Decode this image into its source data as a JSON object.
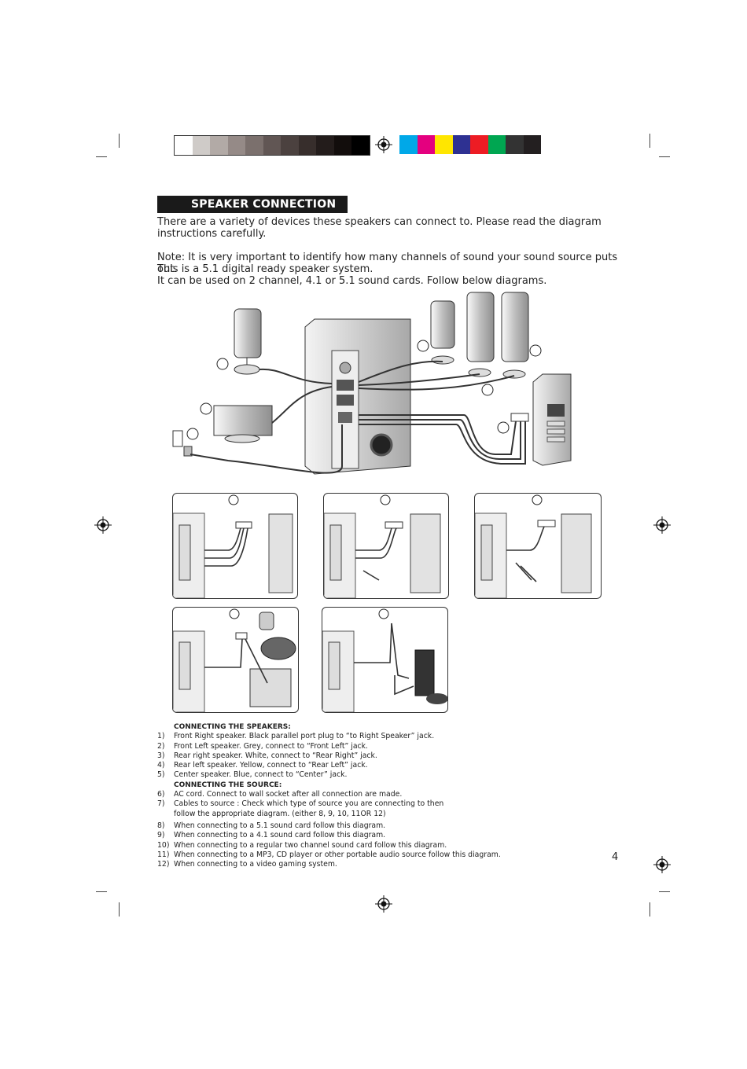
{
  "heading": "SPEAKER CONNECTION",
  "intro": {
    "line1": "There are a variety of devices these speakers can connect to. Please read the diagram",
    "line2": "instructions carefully.",
    "note1": "Note: It is very important to identify how many channels of sound your sound source puts out.",
    "note2": "This is a 5.1 digital ready speaker system.",
    "note3": "It can be used on 2 channel, 4.1 or 5.1 sound cards. Follow below diagrams."
  },
  "colors": {
    "grayscale": [
      "#ffffff",
      "#cfcbc8",
      "#b2aaa6",
      "#958a87",
      "#7b706d",
      "#615654",
      "#4b413f",
      "#372e2c",
      "#231c1b",
      "#120d0c",
      "#000000"
    ],
    "process": [
      "#00a8e8",
      "#e4007f",
      "#ffe600",
      "#2e3192",
      "#ed1c24",
      "#00a651",
      "#333333",
      "#231f20"
    ]
  },
  "instructions": {
    "speakers_heading": "CONNECTING THE SPEAKERS:",
    "source_heading": "CONNECTING THE SOURCE:",
    "speakers": [
      {
        "num": "1)",
        "text": "Front Right speaker. Black parallel port plug to “to Right Speaker” jack."
      },
      {
        "num": "2)",
        "text": "Front Left speaker. Grey, connect to “Front Left” jack."
      },
      {
        "num": "3)",
        "text": "Rear right speaker. White, connect to “Rear Right” jack."
      },
      {
        "num": "4)",
        "text": "Rear left speaker. Yellow, connect to “Rear Left” jack."
      },
      {
        "num": "5)",
        "text": "Center speaker. Blue, connect to “Center” jack."
      }
    ],
    "source": [
      {
        "num": "6)",
        "text": "AC cord. Connect to wall socket after all connection are made."
      },
      {
        "num": "7)",
        "text": "Cables to source : Check which type of source you are connecting to then"
      },
      {
        "num": "",
        "text": "follow the appropriate diagram. (either 8, 9, 10, 11OR 12)"
      }
    ],
    "diagrams": [
      {
        "num": "8)",
        "text": "When connecting to a 5.1 sound card follow this diagram."
      },
      {
        "num": "9)",
        "text": "When connecting to a 4.1 sound card follow this diagram."
      },
      {
        "num": "10)",
        "text": "When connecting to a regular two channel sound card follow this diagram."
      },
      {
        "num": "11)",
        "text": "When connecting to a MP3, CD player or other portable audio source follow this diagram."
      },
      {
        "num": "12)",
        "text": "When connecting to a video gaming system."
      }
    ]
  },
  "page_number": "4"
}
